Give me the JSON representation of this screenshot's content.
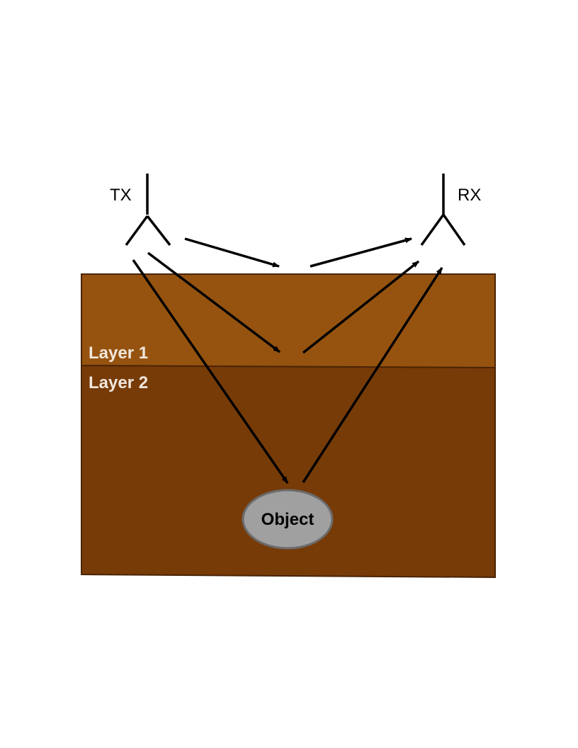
{
  "antennas": {
    "transmitter": {
      "label": "TX"
    },
    "receiver": {
      "label": "RX"
    }
  },
  "layers": {
    "layer1": {
      "label": "Layer 1"
    },
    "layer2": {
      "label": "Layer 2"
    }
  },
  "object": {
    "label": "Object"
  },
  "colors": {
    "layer1": "#96530f",
    "layer2": "#773b08",
    "border": "#4a2405",
    "object_fill": "#a0a0a0",
    "object_stroke": "#6b6b6b",
    "layer_text": "#f0e6dc",
    "ink": "#000000"
  }
}
